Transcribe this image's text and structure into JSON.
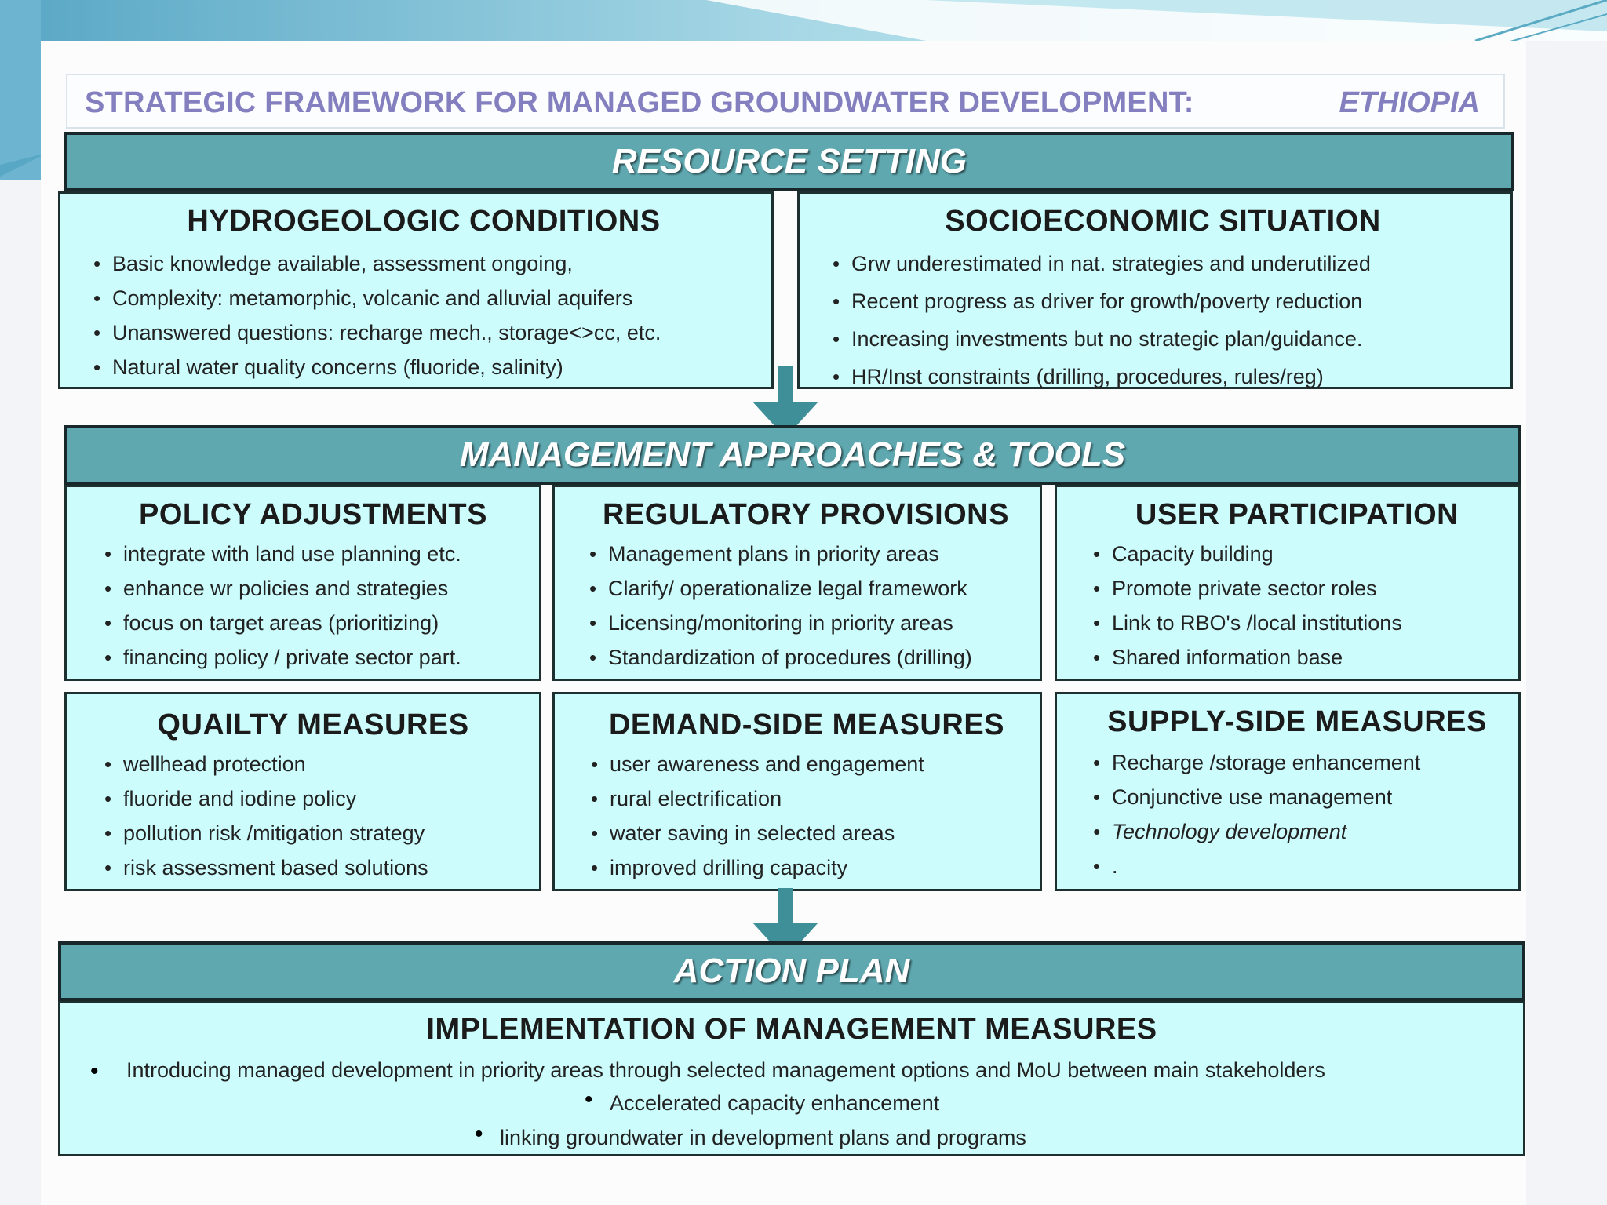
{
  "header": {
    "title": "STRATEGIC FRAMEWORK  FOR MANAGED GROUNDWATER DEVELOPMENT:",
    "country": "ETHIOPIA"
  },
  "bands": {
    "resource_setting": "RESOURCE SETTING",
    "management": "MANAGEMENT APPROACHES  & TOOLS",
    "action_plan": "ACTION PLAN"
  },
  "boxes": {
    "hydrogeologic": {
      "title": "HYDROGEOLOGIC CONDITIONS",
      "items": [
        "Basic knowledge available, assessment ongoing,",
        "Complexity: metamorphic, volcanic and alluvial aquifers",
        "Unanswered questions: recharge mech., storage<>cc,  etc.",
        "Natural water quality concerns (fluoride, salinity)"
      ]
    },
    "socioeconomic": {
      "title": "SOCIOECONOMIC SITUATION",
      "items": [
        "Grw  underestimated in  nat. strategies and  underutilized",
        "Recent progress as driver for growth/poverty reduction",
        "Increasing investments but no strategic plan/guidance.",
        "HR/Inst constraints  (drilling, procedures, rules/reg)"
      ]
    },
    "policy": {
      "title": "POLICY ADJUSTMENTS",
      "items": [
        "integrate with land use planning  etc.",
        "enhance wr policies and strategies",
        "focus on target areas (prioritizing)",
        "financing policy / private sector part."
      ]
    },
    "regulatory": {
      "title": "REGULATORY PROVISIONS",
      "items": [
        "Management plans in priority areas",
        "Clarify/ operationalize  legal framework",
        "Licensing/monitoring in priority areas",
        "Standardization of procedures (drilling)"
      ]
    },
    "user": {
      "title": "USER PARTICIPATION",
      "items": [
        "Capacity building",
        "Promote  private sector roles",
        "Link to RBO's /local institutions",
        "Shared information  base"
      ]
    },
    "quality": {
      "title": "QUAILTY MEASURES",
      "items": [
        "wellhead protection",
        "fluoride and iodine policy",
        "pollution risk /mitigation strategy",
        "risk assessment based solutions"
      ]
    },
    "demand": {
      "title": "DEMAND-SIDE MEASURES",
      "items": [
        "user  awareness and engagement",
        "rural electrification",
        "water saving in selected areas",
        "improved drilling capacity"
      ]
    },
    "supply": {
      "title": "SUPPLY-SIDE MEASURES",
      "items": [
        "Recharge /storage enhancement",
        "Conjunctive use management",
        "Technology development",
        "."
      ]
    },
    "implementation": {
      "title": "IMPLEMENTATION OF MANAGEMENT MEASURES",
      "items": [
        "Introducing managed development in priority areas through selected  management options and MoU between main stakeholders",
        "Accelerated capacity enhancement",
        "linking groundwater in development plans and programs"
      ]
    }
  },
  "colors": {
    "band": "#5fa8b0",
    "box": "#ccfcfc",
    "title_text": "#8480c0",
    "arrow": "#3f8f98"
  }
}
